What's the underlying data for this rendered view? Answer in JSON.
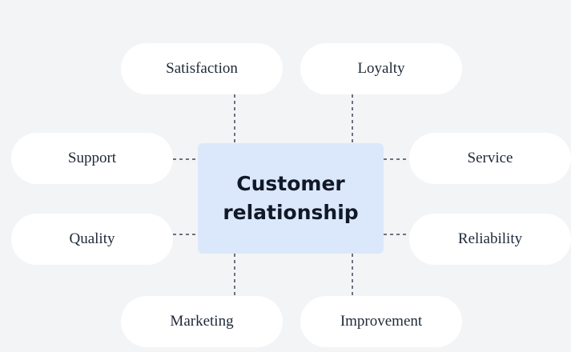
{
  "center": {
    "label_line1": "Customer",
    "label_line2": "relationship"
  },
  "nodes": {
    "satisfaction": "Satisfaction",
    "loyalty": "Loyalty",
    "support": "Support",
    "service": "Service",
    "quality": "Quality",
    "reliability": "Reliability",
    "marketing": "Marketing",
    "improvement": "Improvement"
  },
  "colors": {
    "background": "#f3f4f6",
    "center_fill": "#dbe8fb",
    "node_fill": "#ffffff",
    "connector": "#6b7280",
    "text": "#1f2937"
  }
}
